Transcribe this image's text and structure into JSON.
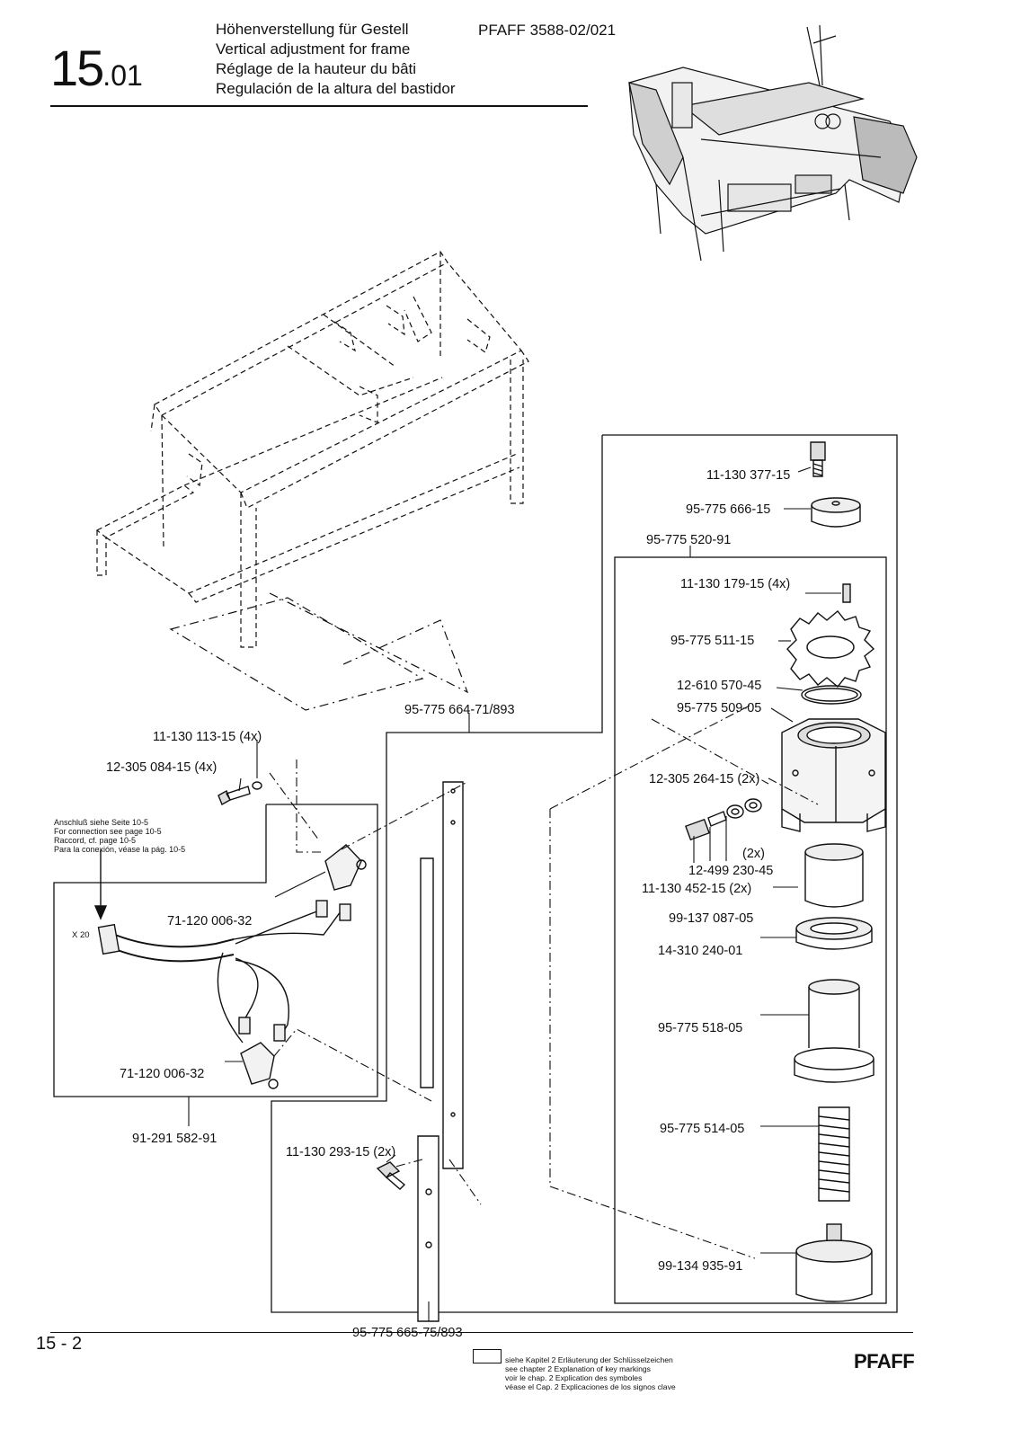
{
  "header": {
    "section_main": "15",
    "section_sub": ".01",
    "titles": [
      "Höhenverstellung für Gestell",
      "Vertical adjustment for frame",
      "Réglage de la hauteur du bâti",
      "Regulación de la altura del bastidor"
    ],
    "model": "PFAFF 3588-02/021"
  },
  "parts": {
    "p_11_130_377_15": "11-130 377-15",
    "p_95_775_666_15": "95-775 666-15",
    "p_95_775_520_91": "95-775 520-91",
    "p_11_130_179_15": "11-130 179-15 (4x)",
    "p_95_775_511_15": "95-775 511-15",
    "p_12_610_570_45": "12-610 570-45",
    "p_95_775_509_05": "95-775 509-05",
    "p_95_775_664_71": "95-775 664-71/893",
    "p_11_130_113_15": "11-130 113-15 (4x)",
    "p_12_305_084_15": "12-305 084-15 (4x)",
    "p_12_305_264_15": "12-305 264-15 (2x)",
    "p_2x": "(2x)",
    "p_12_499_230_45": "12-499 230-45",
    "p_11_130_452_15": "11-130 452-15 (2x)",
    "p_99_137_087_05": "99-137 087-05",
    "p_14_310_240_01": "14-310 240-01",
    "p_71_120_006_32_a": "71-120 006-32",
    "p_71_120_006_32_b": "71-120 006-32",
    "p_95_775_518_05": "95-775 518-05",
    "p_95_775_514_05": "95-775 514-05",
    "p_91_291_582_91": "91-291 582-91",
    "p_11_130_293_15": "11-130 293-15 (2x)",
    "p_99_134_935_91": "99-134 935-91",
    "p_95_775_665_75": "95-775 665-75/893",
    "x20": "X 20"
  },
  "connection_note": [
    "Anschluß siehe Seite 10-5",
    "For connection see page 10-5",
    "Raccord, cf. page 10-5",
    "Para la conexión, véase la pág. 10-5"
  ],
  "footer": {
    "page": "15 - 2",
    "brand": "PFAFF",
    "key_notes": [
      "siehe Kapitel 2 Erläuterung der Schlüsselzeichen",
      "see chapter 2 Explanation of key markings",
      "voir le chap. 2 Explication des symboles",
      "véase el Cap. 2 Explicaciones de los signos clave"
    ]
  }
}
